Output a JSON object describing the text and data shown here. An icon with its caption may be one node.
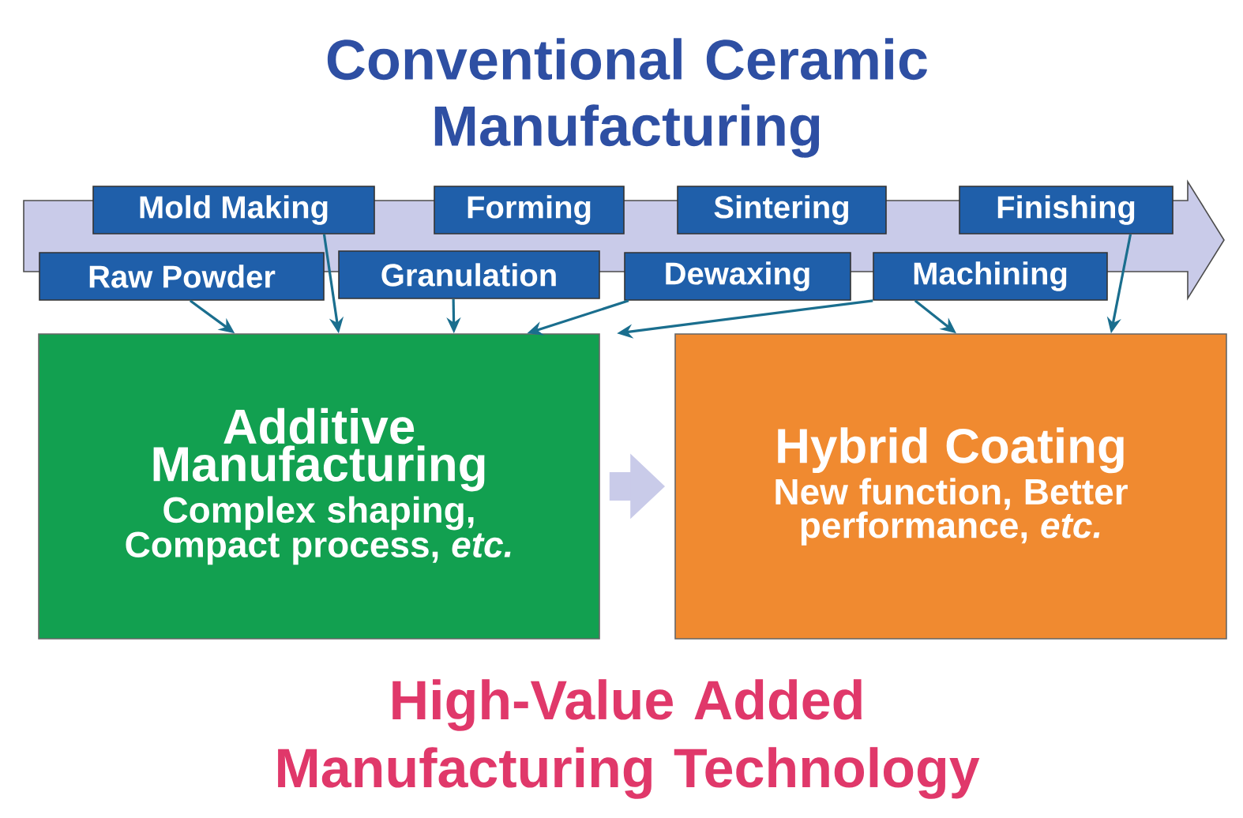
{
  "diagram": {
    "title": "Conventional Ceramic Manufacturing",
    "caption": "High-Value Added Manufacturing Technology",
    "nodes": [
      {
        "text": [
          "Mold Making"
        ]
      },
      {
        "text": [
          "Forming"
        ]
      },
      {
        "text": [
          "Sintering"
        ]
      },
      {
        "text": [
          "Finishing"
        ]
      },
      {
        "text": [
          "Raw Powder"
        ]
      },
      {
        "text": [
          "Granulation"
        ]
      },
      {
        "text": [
          "Dewaxing"
        ]
      },
      {
        "text": [
          "Machining"
        ]
      },
      {
        "text": [
          "Additive Manufacturing",
          "Complex shaping, Compact process, *etc.*"
        ]
      },
      {
        "text": [
          "Hybrid Coating",
          "New function, Better performance, *etc.*"
        ]
      }
    ],
    "edges": [
      {
        "from": 4,
        "to": 8,
        "arrow": "to"
      },
      {
        "from": 0,
        "to": 8,
        "arrow": "to"
      },
      {
        "from": 5,
        "to": 8,
        "arrow": "to"
      },
      {
        "from": 6,
        "to": 8,
        "arrow": "to"
      },
      {
        "from": 7,
        "to": 8,
        "arrow": "to"
      },
      {
        "from": 7,
        "to": 9,
        "arrow": "to"
      },
      {
        "from": 3,
        "to": 9,
        "arrow": "to"
      },
      {
        "from": 8,
        "to": 9,
        "arrow": "to",
        "style": "thick",
        "color": "#c9cbe9"
      },
      {
        "from": 4,
        "to": 3,
        "arrow": "to",
        "style": "thick",
        "color": "#c9cbe9"
      }
    ]
  }
}
